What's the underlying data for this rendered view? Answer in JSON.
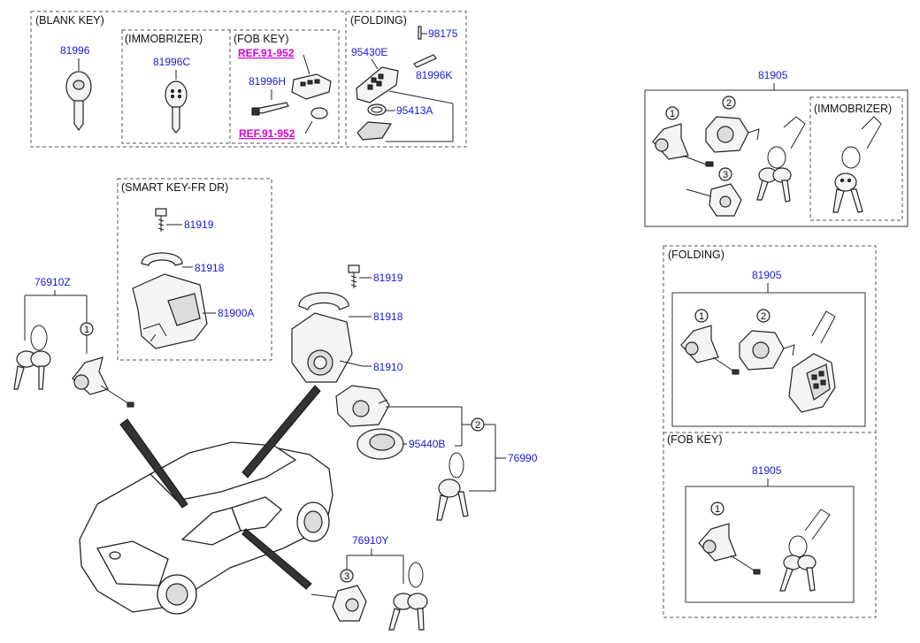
{
  "groups": {
    "blank_key": "(BLANK KEY)",
    "immobrizer": "(IMMOBRIZER)",
    "fob_key": "(FOB KEY)",
    "folding": "(FOLDING)",
    "smart_key": "(SMART KEY-FR DR)",
    "right_immobrizer": "(IMMOBRIZER)",
    "right_folding": "(FOLDING)",
    "right_fob_key": "(FOB KEY)"
  },
  "parts": {
    "p81996": "81996",
    "p81996C": "81996C",
    "ref_top": "REF.91-952",
    "p81996H": "81996H",
    "ref_bottom": "REF.91-952",
    "p95430E": "95430E",
    "p98175": "98175",
    "p81996K": "81996K",
    "p95413A": "95413A",
    "p81919_smart": "81919",
    "p81918_smart": "81918",
    "p81900A": "81900A",
    "p76910Z": "76910Z",
    "p81919": "81919",
    "p81918": "81918",
    "p81910": "81910",
    "p95440B": "95440B",
    "p76990": "76990",
    "p76910Y": "76910Y",
    "p81905_a": "81905",
    "p81905_b": "81905",
    "p81905_c": "81905"
  },
  "callouts": {
    "c1": "1",
    "c2": "2",
    "c3": "3"
  },
  "colors": {
    "part_number": "#1a1ad6",
    "reference": "#d400d4",
    "line": "#222222"
  }
}
